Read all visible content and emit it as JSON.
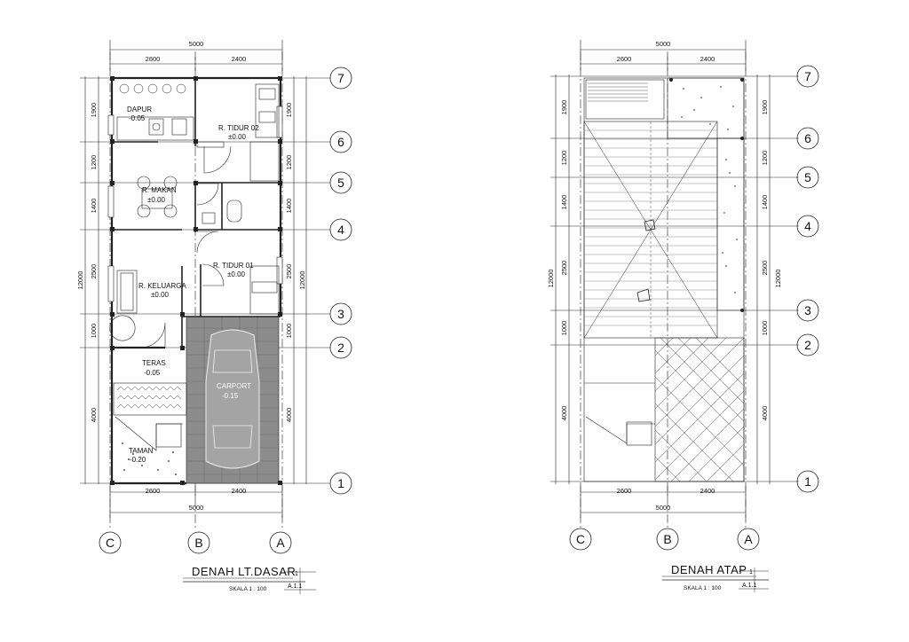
{
  "plans": [
    {
      "id": "ground",
      "title": "DENAH LT.DASAR",
      "title_num": "1",
      "scale": "SKALA 1 : 100",
      "sheet": "A.1.1",
      "top_total": "5000",
      "top_segments": [
        "2600",
        "2400"
      ],
      "bottom_total": "5000",
      "bottom_segments": [
        "2600",
        "2400"
      ],
      "left_segments": [
        "1900",
        "1200",
        "1400",
        "2500",
        "1000",
        "4000"
      ],
      "left_total": "12000",
      "right_segments": [
        "1900",
        "1200",
        "1400",
        "2500",
        "1000",
        "4000"
      ],
      "right_total": "12000",
      "row_grids": [
        "7",
        "6",
        "5",
        "4",
        "3",
        "2",
        "1"
      ],
      "col_grids": [
        "C",
        "B",
        "A"
      ],
      "rooms": [
        {
          "name": "DAPUR",
          "level": "-0.05"
        },
        {
          "name": "R. TIDUR 02",
          "level": "±0.00"
        },
        {
          "name": "R. MAKAN",
          "level": "±0.00"
        },
        {
          "name": "R. TIDUR 01",
          "level": "±0.00"
        },
        {
          "name": "R. KELUARGA",
          "level": "±0.00"
        },
        {
          "name": "TERAS",
          "level": "-0.05"
        },
        {
          "name": "CARPORT",
          "level": "-0.15"
        },
        {
          "name": "TAMAN",
          "level": "-0.20"
        }
      ]
    },
    {
      "id": "roof",
      "title": "DENAH ATAP",
      "title_num": "1",
      "scale": "SKALA 1 : 100",
      "sheet": "A.1.1",
      "top_total": "5000",
      "top_segments": [
        "2600",
        "2400"
      ],
      "bottom_total": "5000",
      "bottom_segments": [
        "2600",
        "2400"
      ],
      "left_segments": [
        "1900",
        "1200",
        "1400",
        "2500",
        "1000",
        "4000"
      ],
      "left_total": "12000",
      "right_segments": [
        "1900",
        "1200",
        "1400",
        "2500",
        "1000",
        "4000"
      ],
      "right_total": "12000",
      "row_grids": [
        "7",
        "6",
        "5",
        "4",
        "3",
        "2",
        "1"
      ],
      "col_grids": [
        "C",
        "B",
        "A"
      ]
    }
  ],
  "colors": {
    "line": "#222222",
    "carport_fill": "#9a9a9a",
    "paving": "#6f6f6f"
  }
}
